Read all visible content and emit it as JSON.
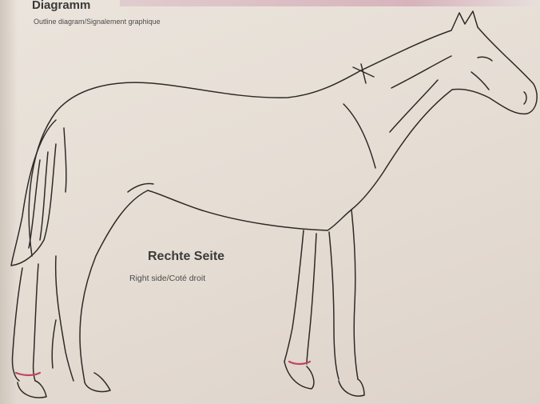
{
  "header": {
    "title": "Diagramm",
    "subtitle": "Outline diagram/Signalement graphique"
  },
  "diagram": {
    "side_label": "Rechte Seite",
    "side_sub": "Right side/Coté droit",
    "marking_color": "#c0475f"
  }
}
